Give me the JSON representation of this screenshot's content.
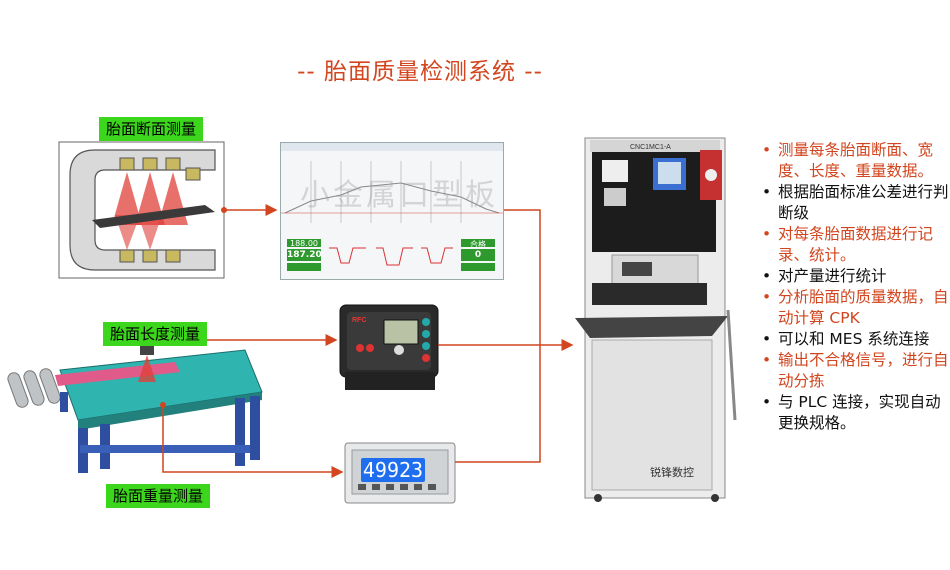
{
  "title": "-- 胎面质量检测系统 --",
  "labels": {
    "section": "胎面断面测量",
    "length": "胎面长度测量",
    "weight": "胎面重量测量"
  },
  "bullets": [
    {
      "text": "测量每条胎面断面、宽度、长度、重量数据。",
      "color": "red"
    },
    {
      "text": "根据胎面标准公差进行判断级",
      "color": "black"
    },
    {
      "text": "对每条胎面数据进行记录、统计。",
      "color": "red"
    },
    {
      "text": "对产量进行统计",
      "color": "black"
    },
    {
      "text": "分析胎面的质量数据，自动计算 CPK",
      "color": "red"
    },
    {
      "text": "可以和 MES 系统连接",
      "color": "black"
    },
    {
      "text": "输出不合格信号，进行自动分拣",
      "color": "red"
    },
    {
      "text": "与 PLC 连接，实现自动更换规格。",
      "color": "black"
    }
  ],
  "screen": {
    "watermark": "小金属口型板",
    "value_top": "188.00",
    "value_main": "187.20",
    "result_label": "合格",
    "result_value": "0"
  },
  "scale_display": "49923",
  "cabinet": {
    "model": "CNC1MC1-A",
    "brand": "锐锋数控"
  },
  "colors": {
    "title": "#d2451e",
    "arrow": "#d2451e",
    "label_bg": "#3cd61c",
    "conveyor": "#2fb4b0",
    "frame": "#2e4fa0"
  }
}
